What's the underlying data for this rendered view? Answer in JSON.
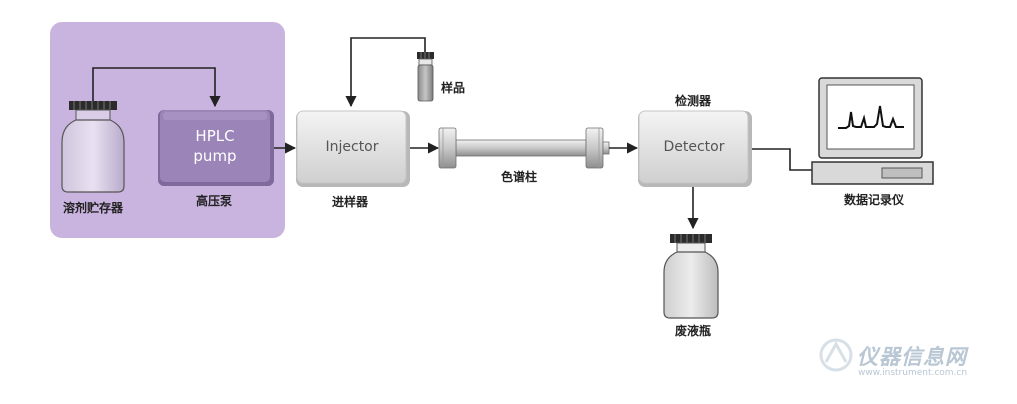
{
  "diagram": {
    "solvent_reservoir_label": "溶剂贮存器",
    "pump": {
      "line1": "HPLC",
      "line2": "pump",
      "caption": "高压泵"
    },
    "injector": {
      "text": "Injector",
      "caption": "进样器"
    },
    "sample_label": "样品",
    "column_label": "色谱柱",
    "detector": {
      "text": "Detector",
      "caption": "检测器"
    },
    "waste_label": "废液瓶",
    "recorder_label": "数据记录仪"
  },
  "watermark": {
    "title": "仪器信息网",
    "url": "www.instrument.com.cn"
  },
  "colors": {
    "pump_panel": "#c9b3df",
    "pump_box": "#9b84b8",
    "box_gray": "#dddddd",
    "line": "#222222"
  }
}
